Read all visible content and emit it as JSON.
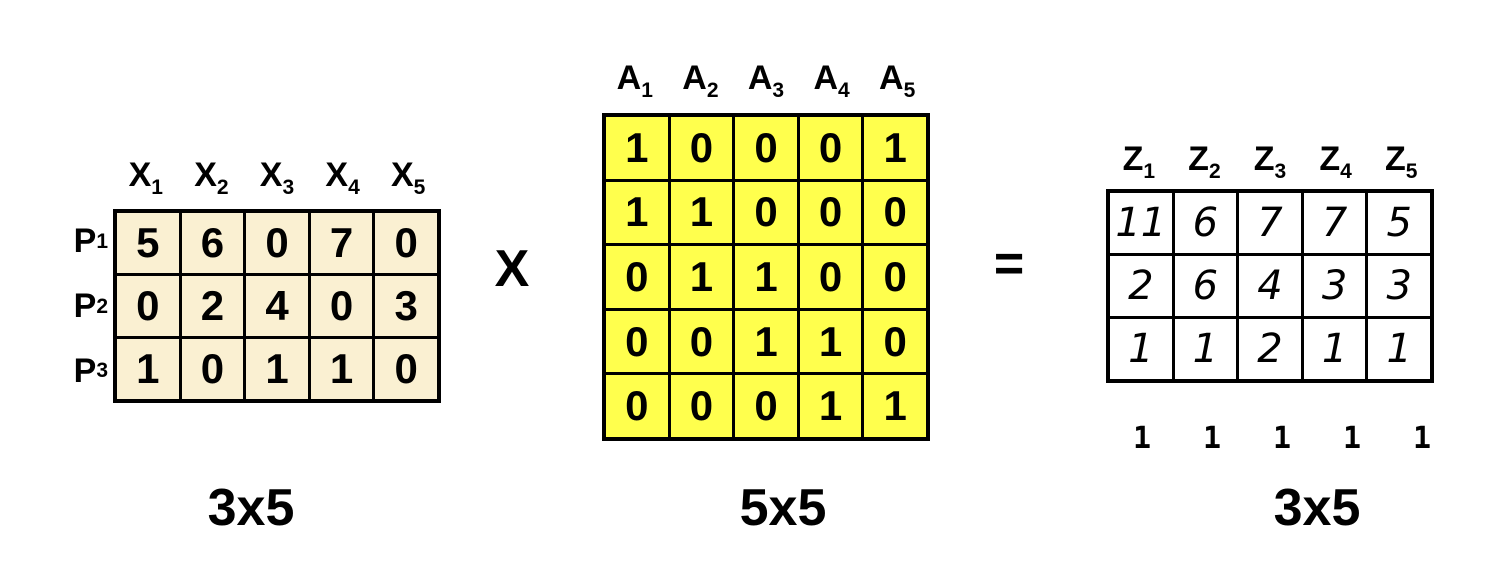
{
  "operators": {
    "multiply": "X",
    "equals": "="
  },
  "left_matrix": {
    "cell_color": "#FAF0D2",
    "border_color": "#000000",
    "col_headers": [
      {
        "base": "X",
        "sub": "1"
      },
      {
        "base": "X",
        "sub": "2"
      },
      {
        "base": "X",
        "sub": "3"
      },
      {
        "base": "X",
        "sub": "4"
      },
      {
        "base": "X",
        "sub": "5"
      }
    ],
    "row_headers": [
      {
        "base": "P",
        "sub": "1"
      },
      {
        "base": "P",
        "sub": "2"
      },
      {
        "base": "P",
        "sub": "3"
      }
    ],
    "rows": [
      [
        5,
        6,
        0,
        7,
        0
      ],
      [
        0,
        2,
        4,
        0,
        3
      ],
      [
        1,
        0,
        1,
        1,
        0
      ]
    ],
    "dimension_label": "3x5"
  },
  "middle_matrix": {
    "cell_color": "#FFFF4D",
    "border_color": "#000000",
    "col_headers": [
      {
        "base": "A",
        "sub": "1"
      },
      {
        "base": "A",
        "sub": "2"
      },
      {
        "base": "A",
        "sub": "3"
      },
      {
        "base": "A",
        "sub": "4"
      },
      {
        "base": "A",
        "sub": "5"
      }
    ],
    "rows": [
      [
        1,
        0,
        0,
        0,
        1
      ],
      [
        1,
        1,
        0,
        0,
        0
      ],
      [
        0,
        1,
        1,
        0,
        0
      ],
      [
        0,
        0,
        1,
        1,
        0
      ],
      [
        0,
        0,
        0,
        1,
        1
      ]
    ],
    "dimension_label": "5x5"
  },
  "result_matrix": {
    "cell_color": "#FFFFFF",
    "border_color": "#000000",
    "col_headers": [
      {
        "base": "Z",
        "sub": "1"
      },
      {
        "base": "Z",
        "sub": "2"
      },
      {
        "base": "Z",
        "sub": "3"
      },
      {
        "base": "Z",
        "sub": "4"
      },
      {
        "base": "Z",
        "sub": "5"
      }
    ],
    "rows": [
      [
        11,
        6,
        7,
        7,
        5
      ],
      [
        2,
        6,
        4,
        3,
        3
      ],
      [
        1,
        1,
        2,
        1,
        1
      ]
    ],
    "ones_row": [
      1,
      1,
      1,
      1,
      1
    ],
    "dimension_label": "3x5"
  }
}
